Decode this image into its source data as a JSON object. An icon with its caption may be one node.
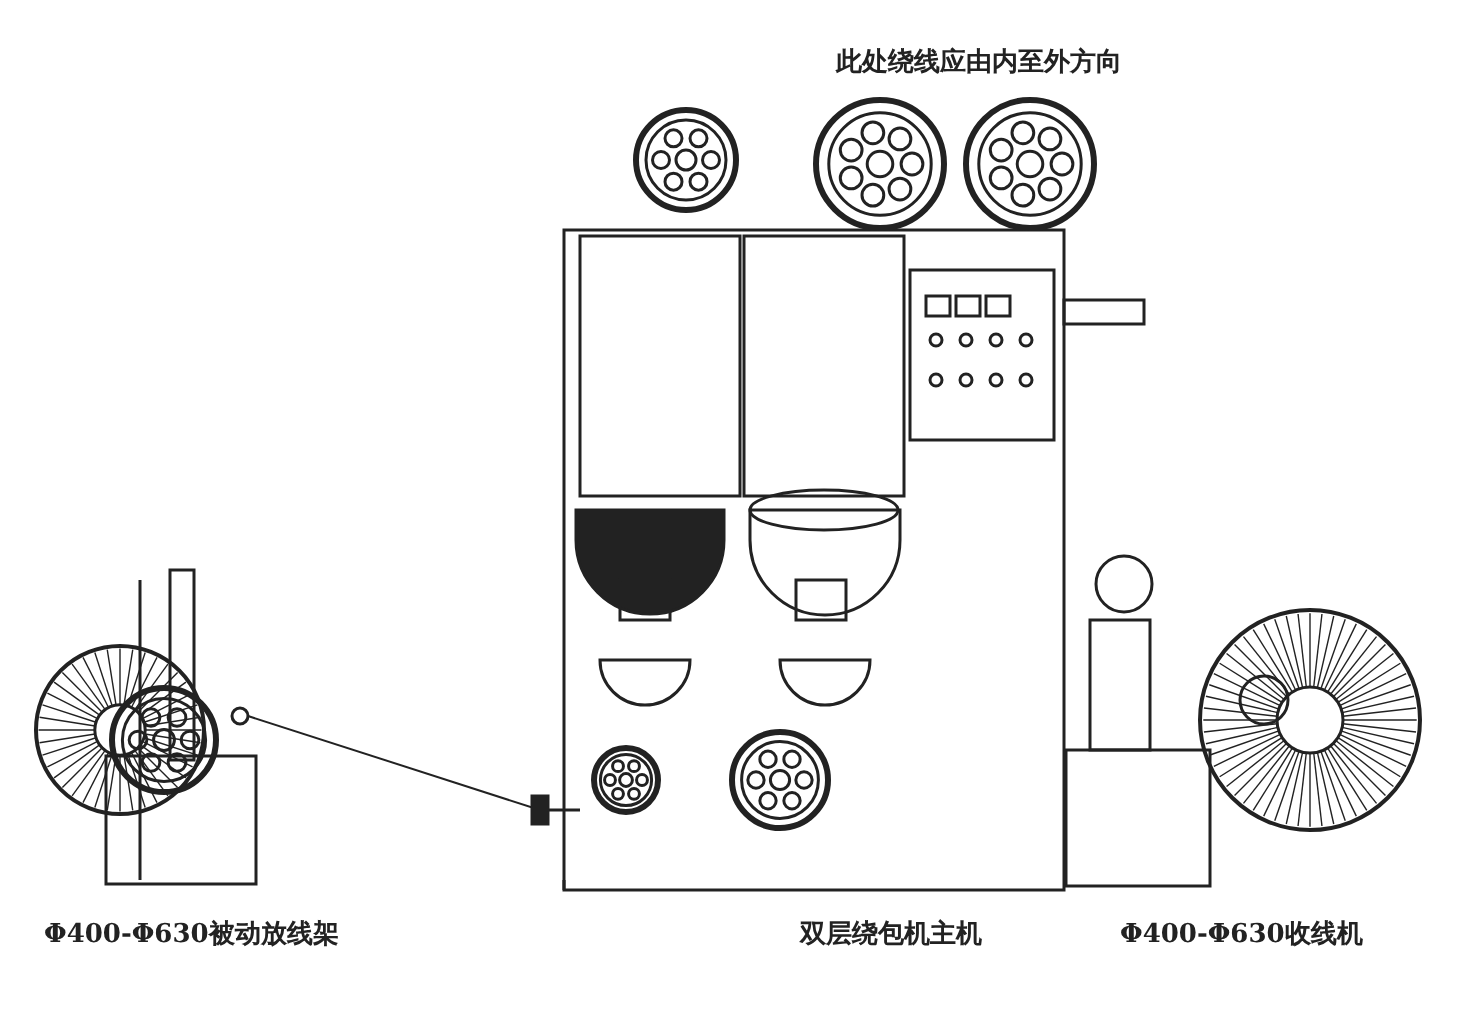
{
  "diagram": {
    "labels": [
      "此处绕线应由内至外方向",
      "Φ400-Φ630被动放线架",
      "双层绕包机主机",
      "Φ400-Φ630收线机"
    ]
  }
}
